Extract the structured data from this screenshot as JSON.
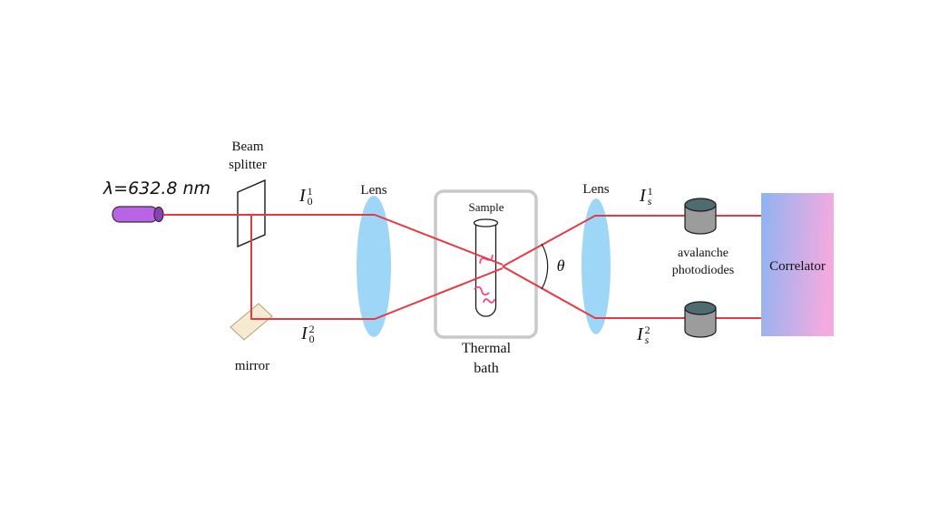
{
  "diagram": {
    "laser": {
      "wavelength_label": "λ=632.8 nm"
    },
    "beam_splitter": {
      "label_line1": "Beam",
      "label_line2": "splitter"
    },
    "mirror": {
      "label": "mirror"
    },
    "lens_left": {
      "label": "Lens"
    },
    "lens_right": {
      "label": "Lens"
    },
    "sample": {
      "label": "Sample"
    },
    "thermal_bath": {
      "label_line1": "Thermal",
      "label_line2": "bath"
    },
    "scattering_angle": {
      "label": "θ"
    },
    "photodiodes": {
      "label_line1": "avalanche",
      "label_line2": "photodiodes"
    },
    "correlator": {
      "label": "Correlator"
    },
    "beam_labels": {
      "incident_1": {
        "base": "I",
        "sup": "1",
        "sub": "0"
      },
      "incident_2": {
        "base": "I",
        "sup": "2",
        "sub": "0"
      },
      "scattered_1": {
        "base": "I",
        "sup": "1",
        "sub": "s"
      },
      "scattered_2": {
        "base": "I",
        "sup": "2",
        "sub": "s"
      }
    },
    "colors": {
      "beam_red": "#e63946",
      "lens_blue": "#9ed6f7",
      "laser_purple": "#bb63e6",
      "laser_tip_purple": "#8a41b8",
      "mirror_tan": "#f6ead2",
      "bath_border_gray": "#c9c9c9",
      "bacteria_pink": "#f2487e",
      "photodiode_top": "#4d6b70",
      "photodiode_body": "#9c9c9c",
      "correlator_blue": "#8fb3f3",
      "correlator_pink": "#f3abdf"
    }
  }
}
